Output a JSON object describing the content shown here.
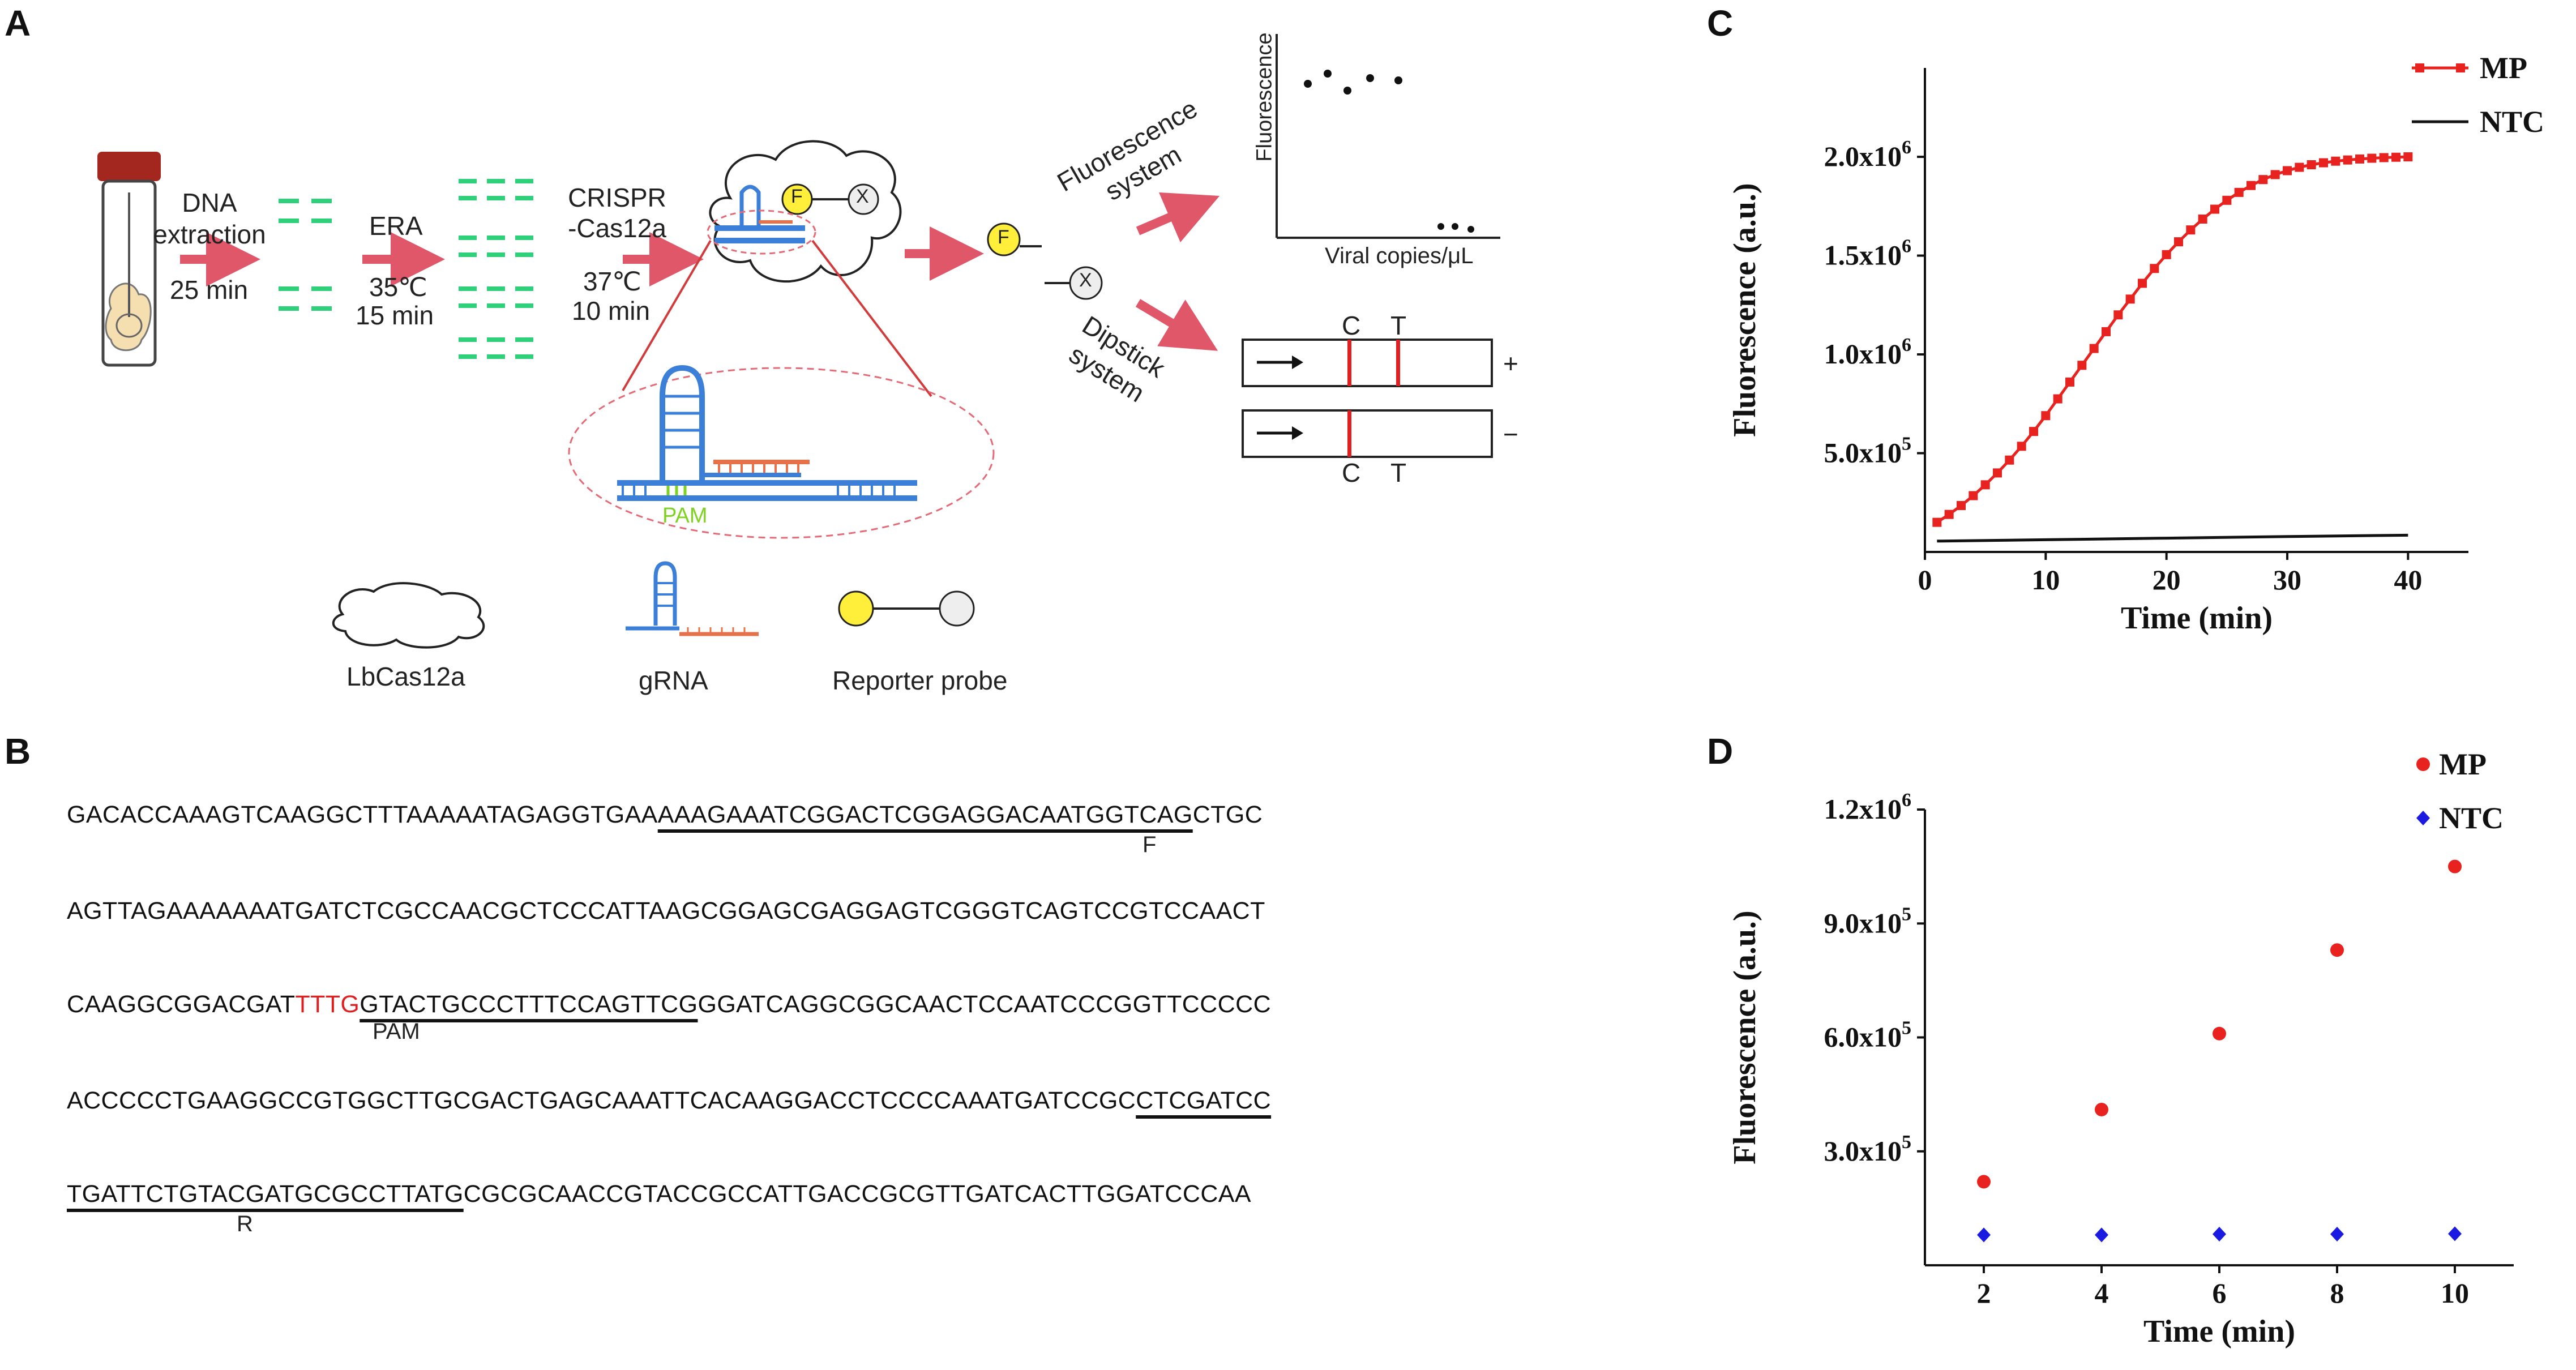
{
  "panels": {
    "a": "A",
    "b": "B",
    "c": "C",
    "d": "D"
  },
  "schematic": {
    "step1": "DNA extraction",
    "step1_time": "25 min",
    "step2": "ERA",
    "step2_temp": "35℃",
    "step2_time": "15 min",
    "step3": "CRISPR -Cas12a",
    "step3_temp": "37℃",
    "step3_time": "10 min",
    "pam": "PAM",
    "probe_f": "F",
    "probe_x": "X",
    "fluorescence_system": "Fluorescence system",
    "dipstick_system": "Dipstick system",
    "inset_ylabel": "Fluorescence",
    "inset_xlabel": "Viral copies/μL",
    "strip_c": "C",
    "strip_t": "T",
    "strip_pos": "+",
    "strip_neg": "−",
    "legend_cas": "LbCas12a",
    "legend_grna": "gRNA",
    "legend_probe": "Reporter probe"
  },
  "sequence": {
    "line1_pre": "GACACCAAAGTCAAGGCTTTAAAAATAGAGGTGAA",
    "line1_primer": "AAAGAAATCGGACTCGGAGGACAATGGTCAG",
    "line1_post": "CTGC",
    "line2": "AGTTAGAAAAAAATGATCTCGCCAACGCTCCCATTAAGCGGAGCGAGGAGTCGGGTCAGTCCGTCCAACT",
    "line3_pre": "CAAGGCGGACGAT",
    "line3_pam": "TTTG",
    "line3_grna": "GTACTGCCCTTTCCAGTTCG",
    "line3_post": "GGATCAGGCGGCAACTCCAATCCCGGTTCCCCC",
    "line4_pre": "ACCCCCTGAAGGCCGTGGCTTGCGACTGAGCAAATTCACAAGGACCTCCCCAAATGATCCGC",
    "line4_primer": "CTCGATCC",
    "line5_primer": "TGATTCTGTACGATGCGCCTTATG",
    "line5_post": "CGCGCAACCGTACCGCCATTGACCGCGTTGATCACTTGGATCCCAA",
    "mark_f": "F",
    "mark_pam": "PAM",
    "mark_r": "R"
  },
  "chart_data": [
    {
      "panel": "C",
      "type": "line",
      "xlabel": "Time (min)",
      "ylabel": "Fluorescence (a.u.)",
      "xlim": [
        0,
        45
      ],
      "ylim": [
        0,
        2450000
      ],
      "xticks": [
        0,
        10,
        20,
        30,
        40
      ],
      "yticks": [
        500000,
        1000000,
        1500000,
        2000000
      ],
      "ytick_labels": [
        [
          "5.0x10",
          "5"
        ],
        [
          "1.0x10",
          "6"
        ],
        [
          "1.5x10",
          "6"
        ],
        [
          "2.0x10",
          "6"
        ]
      ],
      "legend_position": "top-right",
      "series": [
        {
          "name": "MP",
          "color": "#e8221f",
          "marker": "square",
          "x": [
            1,
            2,
            3,
            4,
            5,
            6,
            7,
            8,
            9,
            10,
            11,
            12,
            13,
            14,
            15,
            16,
            17,
            18,
            19,
            20,
            21,
            22,
            23,
            24,
            25,
            26,
            27,
            28,
            29,
            30,
            31,
            32,
            33,
            34,
            35,
            36,
            37,
            38,
            39,
            40
          ],
          "y": [
            150000,
            190000,
            235000,
            285000,
            340000,
            400000,
            465000,
            535000,
            610000,
            690000,
            775000,
            860000,
            945000,
            1030000,
            1115000,
            1200000,
            1280000,
            1360000,
            1435000,
            1505000,
            1570000,
            1630000,
            1685000,
            1735000,
            1780000,
            1820000,
            1855000,
            1885000,
            1910000,
            1930000,
            1947000,
            1960000,
            1970000,
            1978000,
            1984000,
            1989000,
            1993000,
            1996000,
            1998000,
            2000000
          ]
        },
        {
          "name": "NTC",
          "color": "#111111",
          "marker": "none",
          "x": [
            1,
            10,
            20,
            30,
            40
          ],
          "y": [
            55000,
            62000,
            70000,
            78000,
            85000
          ]
        }
      ]
    },
    {
      "panel": "D",
      "type": "scatter",
      "xlabel": "Time (min)",
      "ylabel": "Fluorescence (a.u.)",
      "xlim": [
        1,
        11
      ],
      "ylim": [
        0,
        1200000
      ],
      "xticks": [
        2,
        4,
        6,
        8,
        10
      ],
      "yticks": [
        300000,
        600000,
        900000,
        1200000
      ],
      "ytick_labels": [
        [
          "3.0x10",
          "5"
        ],
        [
          "6.0x10",
          "5"
        ],
        [
          "9.0x10",
          "5"
        ],
        [
          "1.2x10",
          "6"
        ]
      ],
      "legend_position": "top-right",
      "series": [
        {
          "name": "MP",
          "color": "#e8221f",
          "marker": "circle",
          "x": [
            2,
            4,
            6,
            8,
            10
          ],
          "y": [
            220000,
            410000,
            610000,
            830000,
            1050000
          ]
        },
        {
          "name": "NTC",
          "color": "#1a1ae0",
          "marker": "diamond",
          "x": [
            2,
            4,
            6,
            8,
            10
          ],
          "y": [
            80000,
            80000,
            82000,
            82000,
            83000
          ]
        }
      ]
    }
  ],
  "colors": {
    "arrow": "#e0576a",
    "dash": "#2fd07a",
    "grna": "#3b7fd9",
    "target": "#e5724a",
    "probe_fill": "#ffef3a",
    "strip_line": "#e02020"
  }
}
